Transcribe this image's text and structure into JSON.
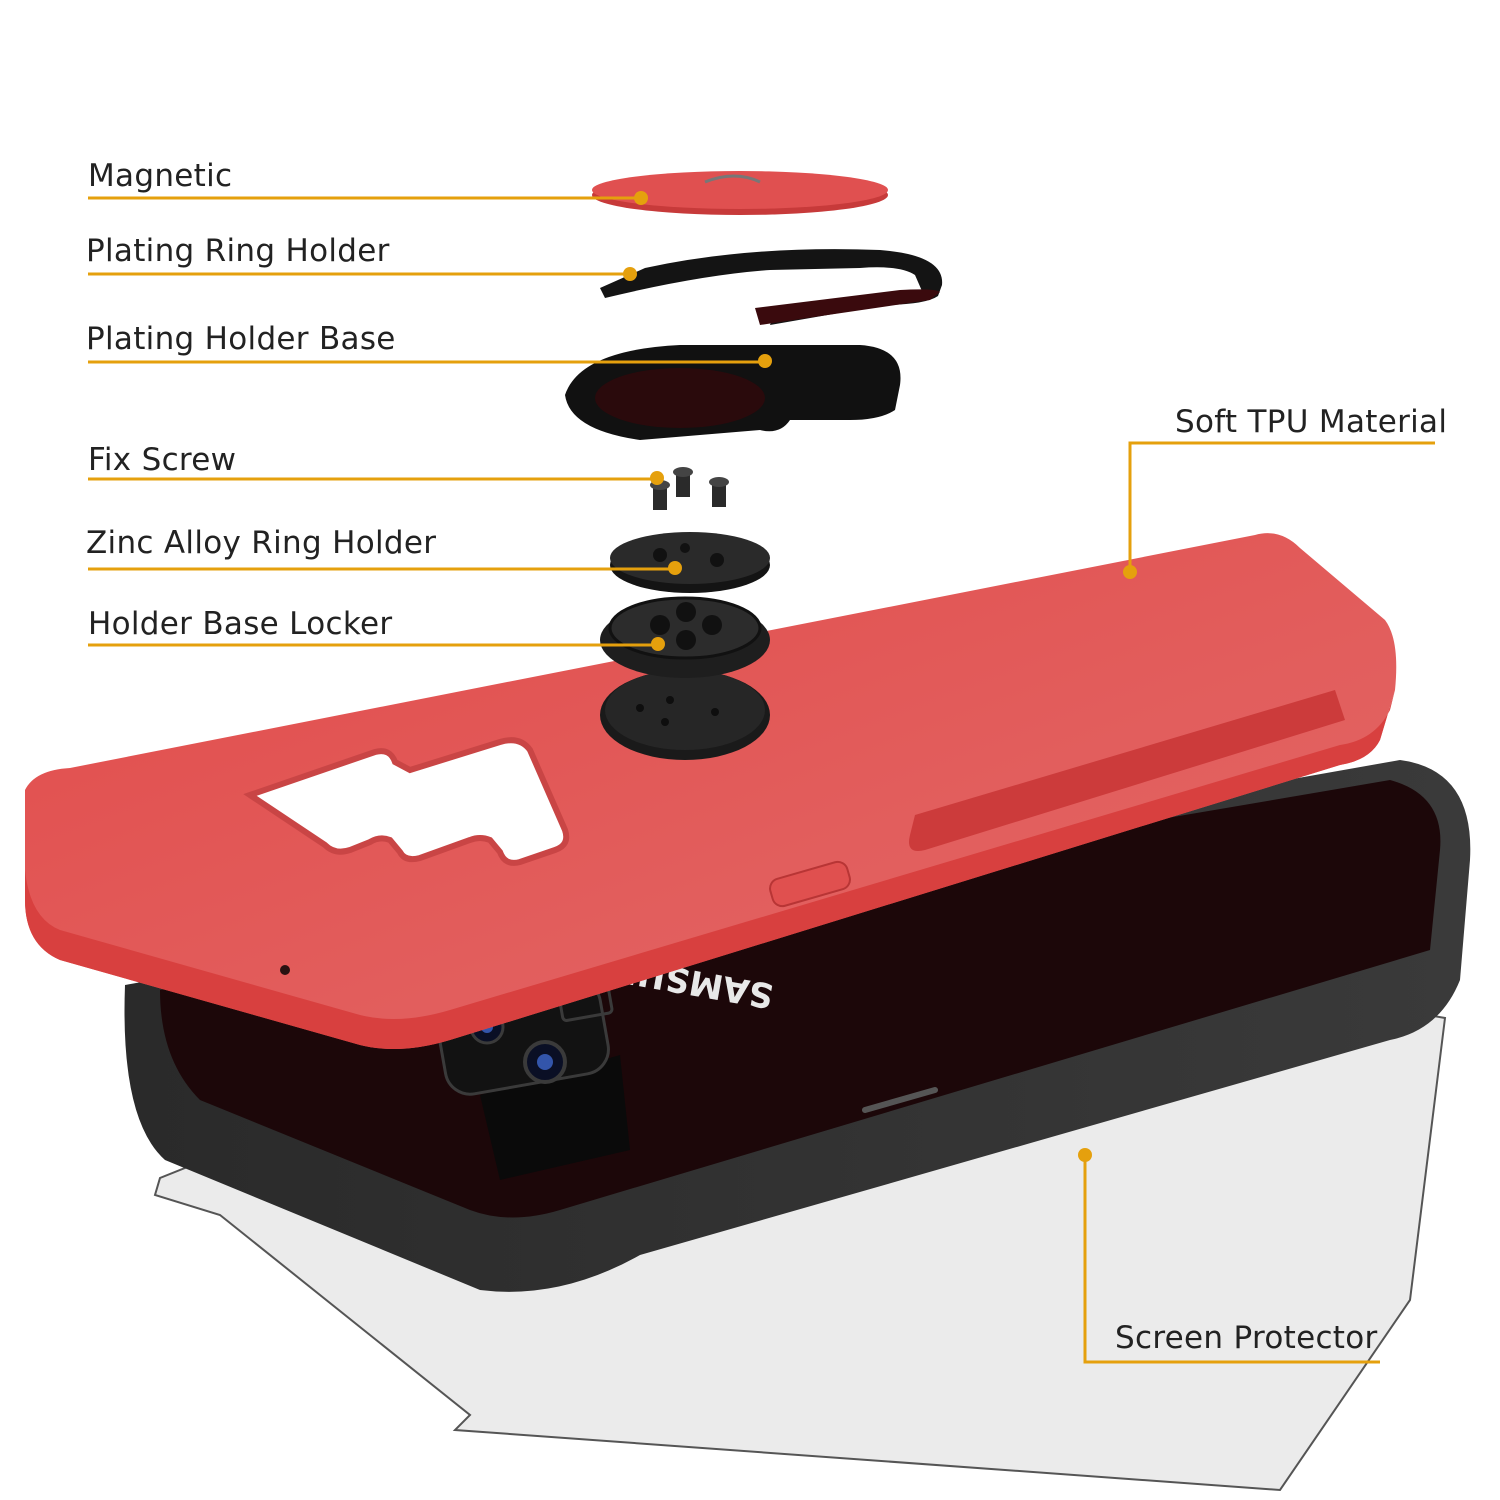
{
  "colors": {
    "accent": "#E5A00D",
    "case_red": "#E0504F",
    "case_red_dark": "#C73A3A",
    "phone_black": "#1A1A1A",
    "protector": "#E9E9E9"
  },
  "labels": {
    "magnetic": "Magnetic",
    "plating_ring_holder": "Plating Ring Holder",
    "plating_holder_base": "Plating Holder Base",
    "fix_screw": "Fix Screw",
    "zinc_alloy_ring_holder": "Zinc Alloy Ring Holder",
    "holder_base_locker": "Holder Base Locker",
    "soft_tpu_material": "Soft TPU Material",
    "screen_protector": "Screen Protector"
  },
  "phone": {
    "brand_text": "SAMSUNG"
  }
}
